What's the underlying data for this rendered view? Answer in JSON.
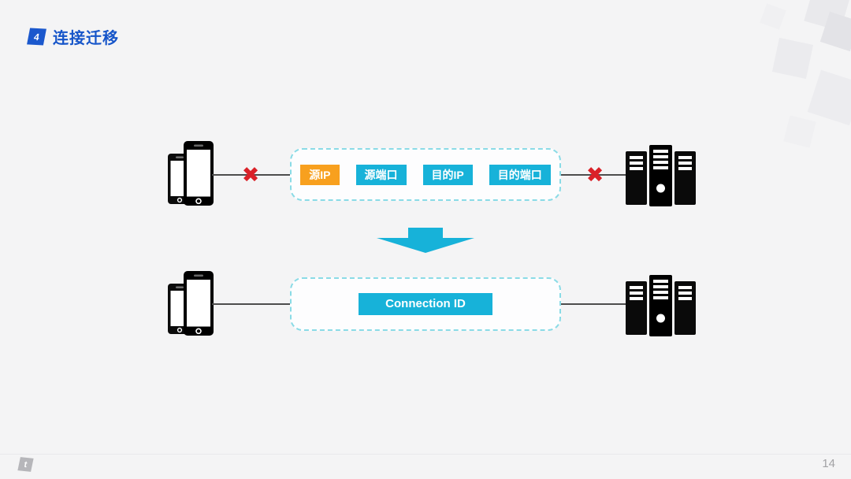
{
  "page": {
    "background": "#f4f4f5",
    "page_number": "14"
  },
  "header": {
    "number": "4",
    "title": "连接迁移",
    "accent_color": "#1655c9"
  },
  "colors": {
    "badge_cyan": "#17b2d9",
    "badge_orange": "#f8a01e",
    "red_x": "#da2128",
    "dashed_border": "#8adbe6",
    "connector_line": "#4d4d4d",
    "arrow_cyan": "#17b2d9"
  },
  "icons": {
    "x_mark": "✖",
    "logo_glyph": "t",
    "client_icon": "smartphones-icon",
    "server_icon": "server-rack-icon",
    "arrow_icon": "arrow-down-icon"
  },
  "rows": {
    "before": {
      "badges": [
        {
          "label": "源IP",
          "color": "#f8a01e"
        },
        {
          "label": "源端口",
          "color": "#17b2d9"
        },
        {
          "label": "目的IP",
          "color": "#17b2d9"
        },
        {
          "label": "目的端口",
          "color": "#17b2d9"
        }
      ]
    },
    "after": {
      "badge": {
        "label": "Connection ID",
        "color": "#17b2d9"
      }
    }
  }
}
